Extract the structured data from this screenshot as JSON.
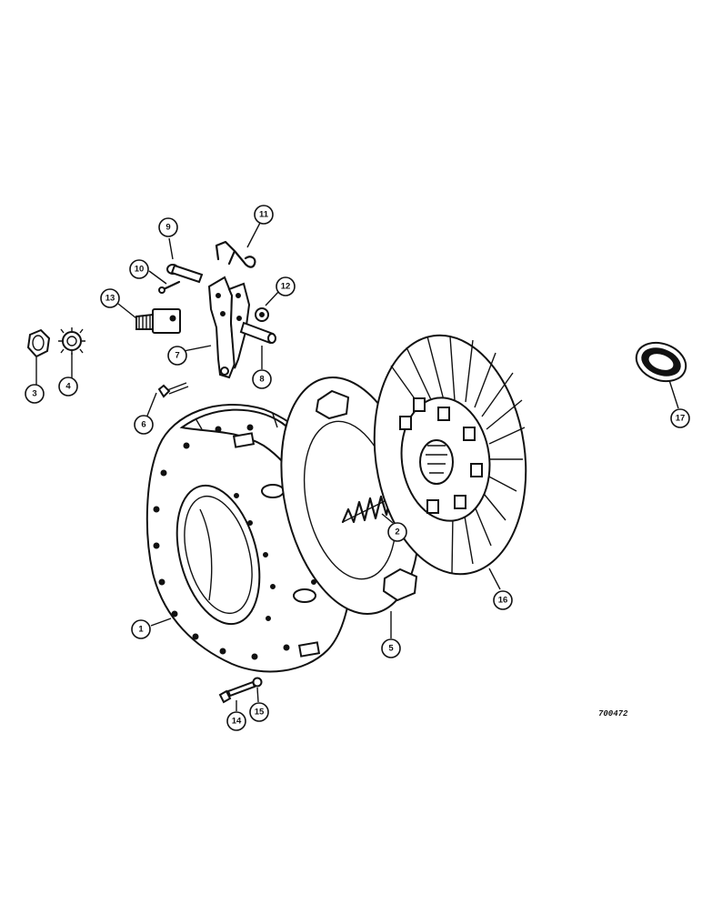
{
  "figure_ref": "700472",
  "callouts": [
    {
      "id": "1",
      "part": "pressure-plate-cover"
    },
    {
      "id": "2",
      "part": "spring"
    },
    {
      "id": "3",
      "part": "nut"
    },
    {
      "id": "4",
      "part": "lock-washer"
    },
    {
      "id": "5",
      "part": "pressure-plate"
    },
    {
      "id": "6",
      "part": "screw"
    },
    {
      "id": "7",
      "part": "release-lever"
    },
    {
      "id": "8",
      "part": "pin"
    },
    {
      "id": "9",
      "part": "pin"
    },
    {
      "id": "10",
      "part": "cotter-pin"
    },
    {
      "id": "11",
      "part": "spring-clip"
    },
    {
      "id": "12",
      "part": "washer"
    },
    {
      "id": "13",
      "part": "eyebolt"
    },
    {
      "id": "14",
      "part": "bolt"
    },
    {
      "id": "15",
      "part": "washer"
    },
    {
      "id": "16",
      "part": "clutch-disc"
    },
    {
      "id": "17",
      "part": "bearing"
    }
  ]
}
